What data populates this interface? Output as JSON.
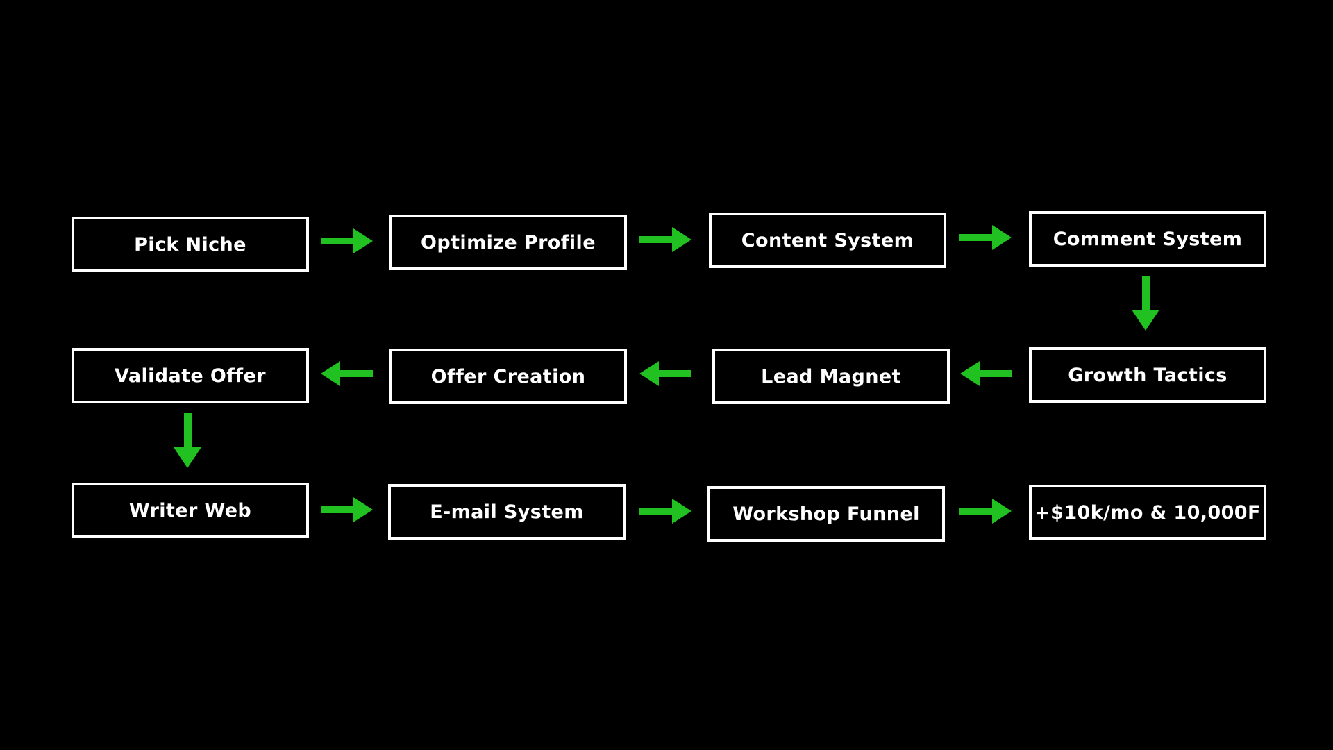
{
  "colors": {
    "background": "#000000",
    "box_border": "#ffffff",
    "text": "#ffffff",
    "arrow": "#20c120"
  },
  "nodes": [
    {
      "id": "pick-niche",
      "label": "Pick Niche"
    },
    {
      "id": "optimize-profile",
      "label": "Optimize Profile"
    },
    {
      "id": "content-system",
      "label": "Content System"
    },
    {
      "id": "comment-system",
      "label": "Comment System"
    },
    {
      "id": "growth-tactics",
      "label": "Growth Tactics"
    },
    {
      "id": "lead-magnet",
      "label": "Lead Magnet"
    },
    {
      "id": "offer-creation",
      "label": "Offer Creation"
    },
    {
      "id": "validate-offer",
      "label": "Validate Offer"
    },
    {
      "id": "writer-web",
      "label": "Writer Web"
    },
    {
      "id": "email-system",
      "label": "E-mail System"
    },
    {
      "id": "workshop-funnel",
      "label": "Workshop Funnel"
    },
    {
      "id": "goal",
      "label": "+$10k/mo & 10,000F"
    }
  ],
  "connections": [
    {
      "from": "Pick Niche",
      "to": "Optimize Profile",
      "direction": "right"
    },
    {
      "from": "Optimize Profile",
      "to": "Content System",
      "direction": "right"
    },
    {
      "from": "Content System",
      "to": "Comment System",
      "direction": "right"
    },
    {
      "from": "Comment System",
      "to": "Growth Tactics",
      "direction": "down"
    },
    {
      "from": "Growth Tactics",
      "to": "Lead Magnet",
      "direction": "left"
    },
    {
      "from": "Lead Magnet",
      "to": "Offer Creation",
      "direction": "left"
    },
    {
      "from": "Offer Creation",
      "to": "Validate Offer",
      "direction": "left"
    },
    {
      "from": "Validate Offer",
      "to": "Writer Web",
      "direction": "down"
    },
    {
      "from": "Writer Web",
      "to": "E-mail System",
      "direction": "right"
    },
    {
      "from": "E-mail System",
      "to": "Workshop Funnel",
      "direction": "right"
    },
    {
      "from": "Workshop Funnel",
      "to": "+$10k/mo & 10,000F",
      "direction": "right"
    }
  ]
}
